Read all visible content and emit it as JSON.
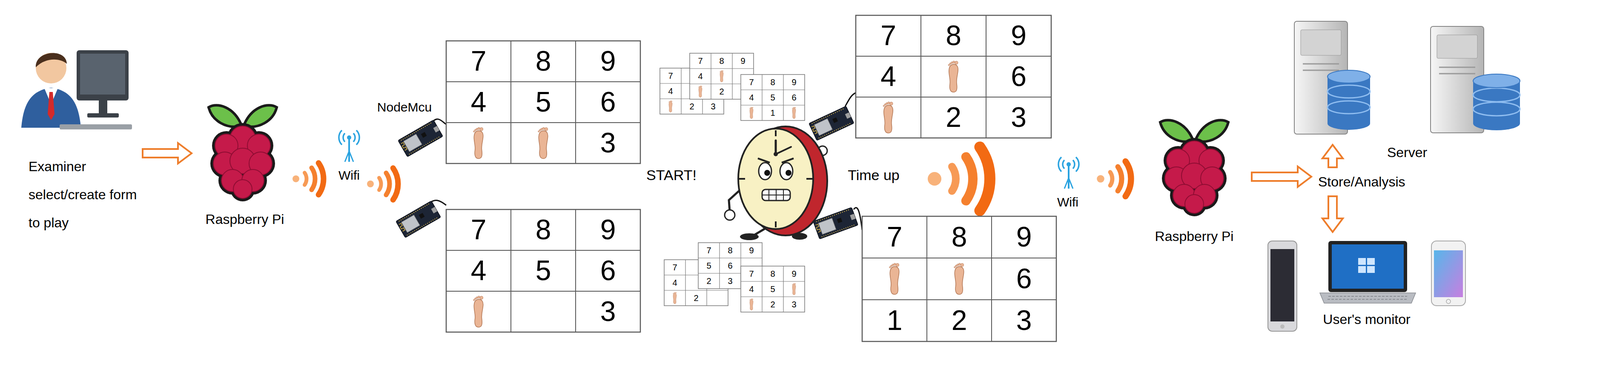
{
  "diagram": {
    "nodes": [
      {
        "text": [
          "Examiner select/create form to play"
        ]
      },
      {
        "text": [
          "Raspberry Pi"
        ]
      },
      {
        "text": [
          "Raspberry Pi"
        ]
      },
      {
        "text": [
          "Store/Analysis"
        ]
      },
      {
        "text": [
          "Server"
        ]
      },
      {
        "text": [
          "User's monitor"
        ]
      }
    ],
    "edges": [
      {
        "from": 0,
        "to": 1,
        "arrow": "to"
      },
      {
        "from": 2,
        "to": 3,
        "arrow": "to"
      },
      {
        "from": 3,
        "to": 4,
        "arrow": "to"
      },
      {
        "from": 3,
        "to": 5,
        "arrow": "to"
      }
    ],
    "labels": [
      "Wifi",
      "NodeMcu",
      "7",
      "8",
      "9",
      "4",
      "5",
      "6",
      "3",
      "7",
      "8",
      "9",
      "4",
      "5",
      "6",
      "3",
      "7",
      "4",
      "2",
      "3",
      "7",
      "8",
      "9",
      "4",
      "2",
      "7",
      "8",
      "9",
      "4",
      "5",
      "6",
      "1",
      "7",
      "4",
      "2",
      "7",
      "8",
      "9",
      "5",
      "6",
      "2",
      "3",
      "7",
      "8",
      "9",
      "4",
      "5",
      "2",
      "3",
      "START!",
      "Time up",
      "7",
      "8",
      "9",
      "4",
      "6",
      "2",
      "3",
      "7",
      "8",
      "9",
      "6",
      "1",
      "2",
      "3",
      "Wifi"
    ]
  }
}
